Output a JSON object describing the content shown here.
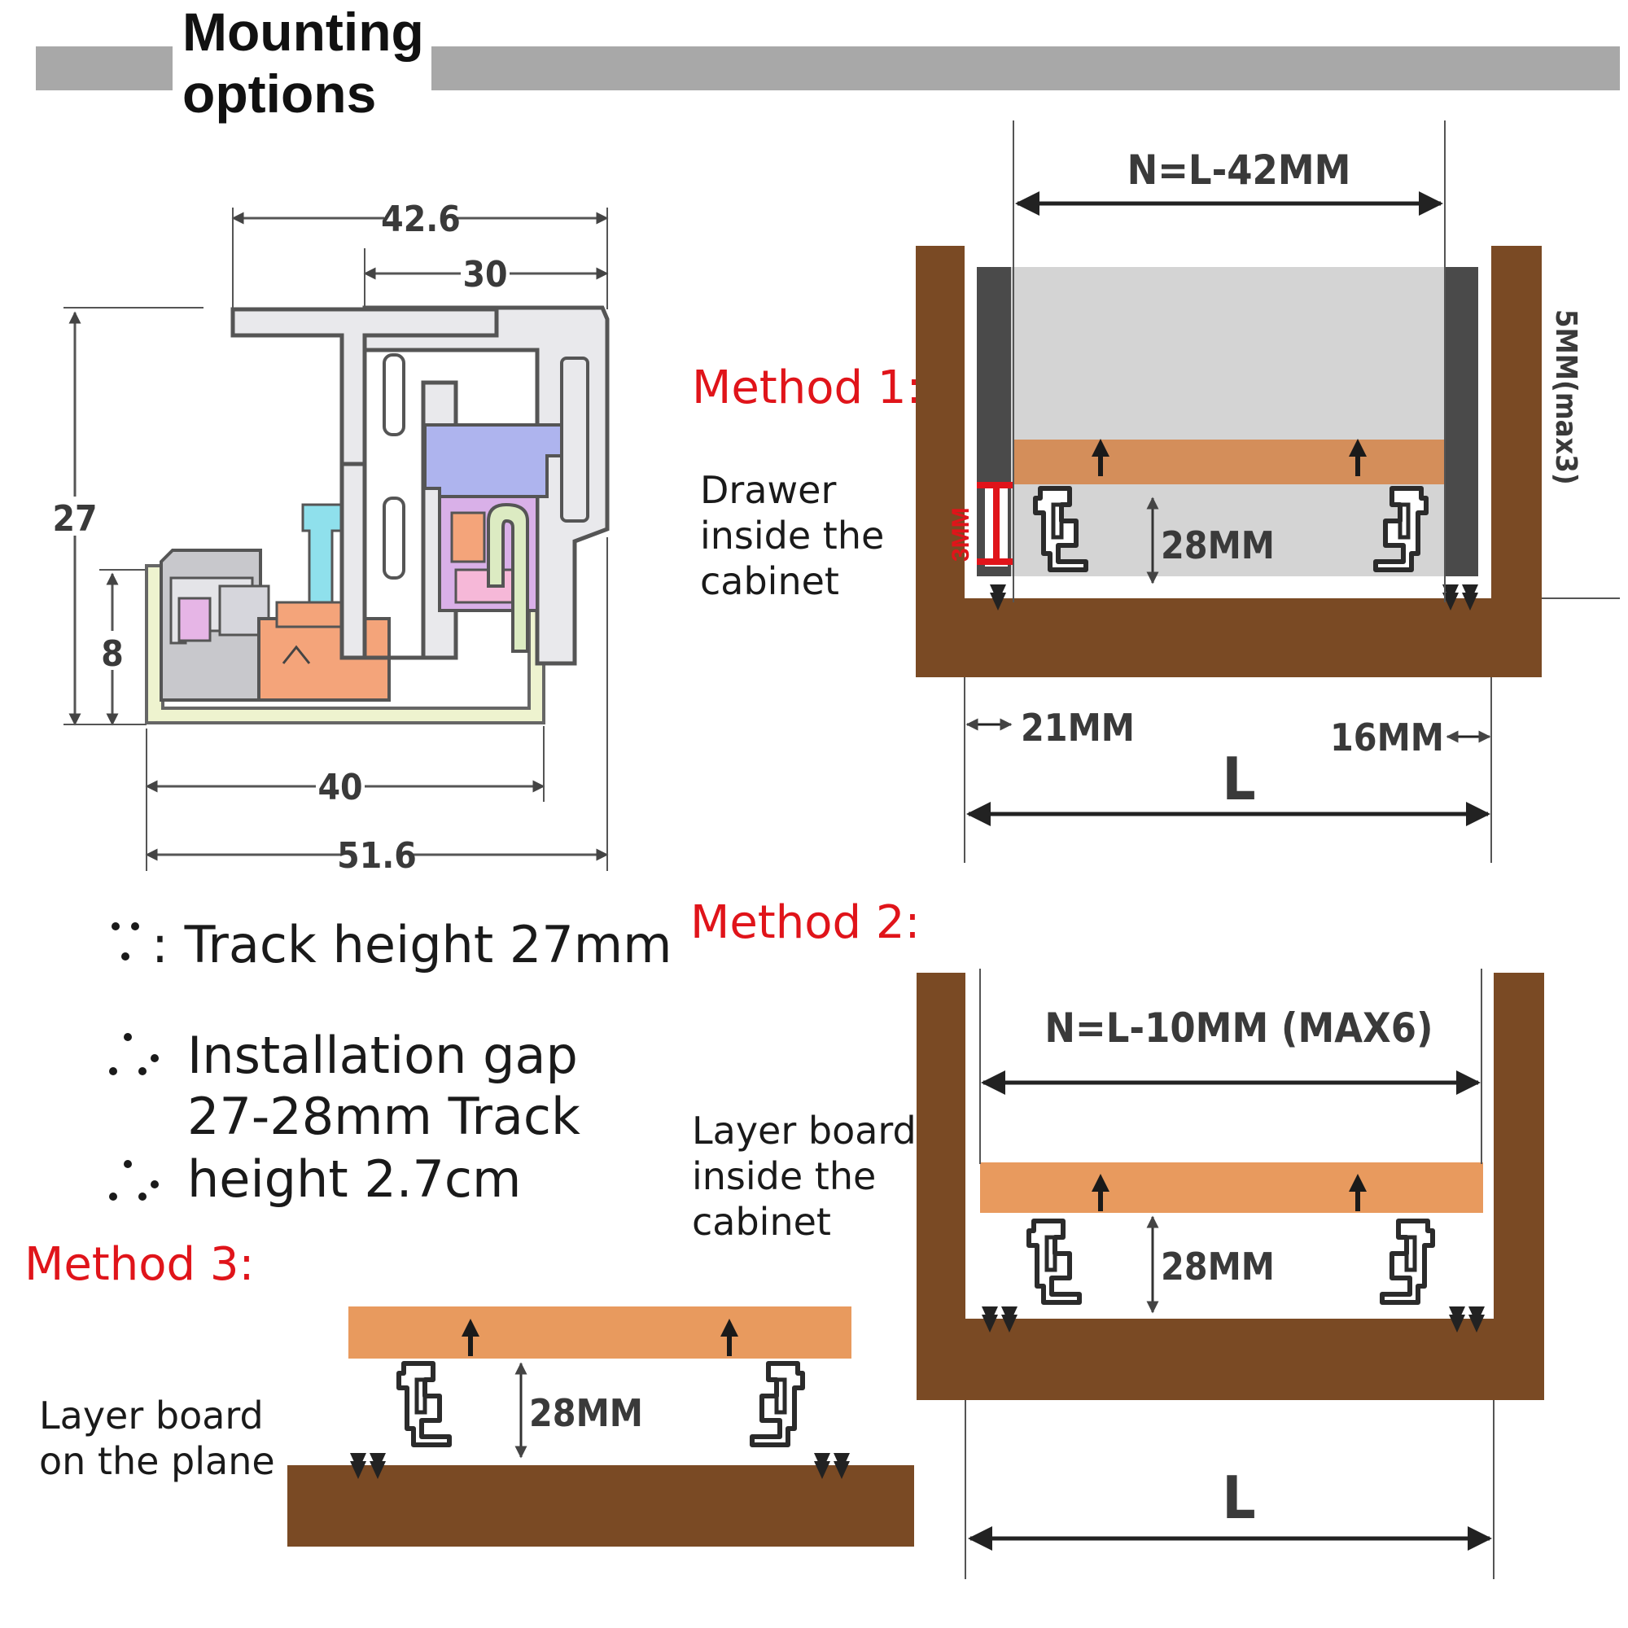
{
  "header": {
    "title_line1": "Mounting",
    "title_line2": "options"
  },
  "profile": {
    "dim_top": "42.6",
    "dim_inner_top": "30",
    "dim_height": "27",
    "dim_small_height": "8",
    "dim_bottom_inner": "40",
    "dim_bottom": "51.6"
  },
  "method1": {
    "title": "Method 1:",
    "desc": [
      "Drawer",
      "inside the",
      "cabinet"
    ],
    "dim_n": "N=L-42MM",
    "dim_gap": "28MM",
    "dim_side": "5MM(max3)",
    "dim_left": "21MM",
    "dim_right": "16MM",
    "dim_l": "L",
    "dim_small": "3MM"
  },
  "method2": {
    "title": "Method 2:",
    "desc": [
      "Layer board",
      "inside the",
      "cabinet"
    ],
    "dim_n": "N=L-10MM (MAX6)",
    "dim_gap": "28MM",
    "dim_l": "L"
  },
  "method3": {
    "title": "Method 3:",
    "desc": [
      "Layer board",
      "on the plane"
    ],
    "dim_gap": "28MM"
  },
  "notes": {
    "line1": ": Track height 27mm",
    "line2": "Installation gap",
    "line3": "27-28mm Track",
    "line4": "height 2.7cm"
  },
  "colors": {
    "wood": "#7a4a24",
    "board": "#e89a5e",
    "drawer": "#d4d4d4",
    "accent": "#e0141a",
    "header_bar": "#a8a8a8"
  }
}
